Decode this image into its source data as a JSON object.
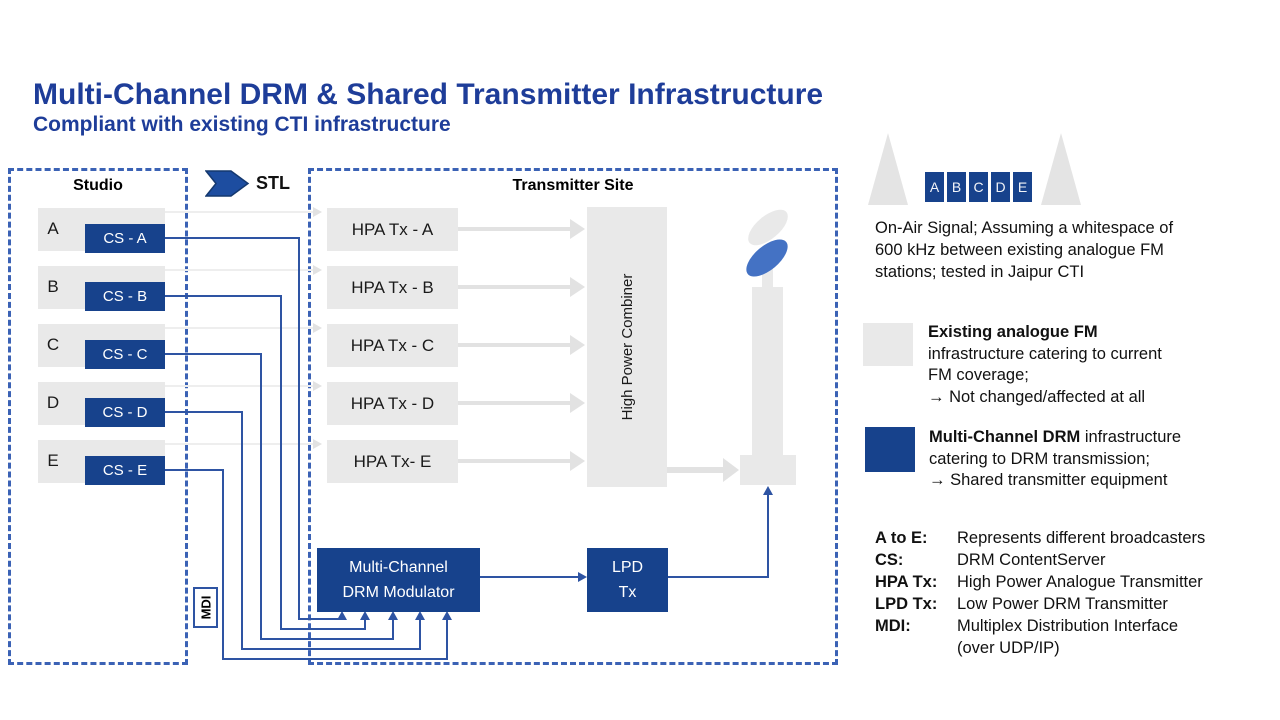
{
  "title": "Multi-Channel DRM & Shared Transmitter Infrastructure",
  "subtitle": "Compliant with existing CTI infrastructure",
  "stl_label": "STL",
  "studio": {
    "label": "Studio",
    "mdi_label": "MDI",
    "rows": [
      {
        "letter": "A",
        "cs_label": "CS - A"
      },
      {
        "letter": "B",
        "cs_label": "CS - B"
      },
      {
        "letter": "C",
        "cs_label": "CS - C"
      },
      {
        "letter": "D",
        "cs_label": "CS - D"
      },
      {
        "letter": "E",
        "cs_label": "CS - E"
      }
    ]
  },
  "transmitter": {
    "label": "Transmitter Site",
    "hpa_boxes": [
      "HPA Tx - A",
      "HPA Tx - B",
      "HPA Tx - C",
      "HPA Tx - D",
      "HPA Tx- E"
    ],
    "combiner_label": "High Power Combiner",
    "modulator_line1": "Multi-Channel",
    "modulator_line2": "DRM Modulator",
    "lpd_line1": "LPD",
    "lpd_line2": "Tx"
  },
  "on_air": {
    "channels": [
      "A",
      "B",
      "C",
      "D",
      "E"
    ],
    "line1": "On-Air Signal; Assuming a whitespace of",
    "line2": "600 kHz between existing analogue FM",
    "line3": "stations; tested in Jaipur CTI"
  },
  "legend": {
    "analogue": {
      "title": "Existing analogue FM",
      "line2": "infrastructure catering to current",
      "line3": "FM coverage;",
      "note": "→ Not changed/affected at all"
    },
    "drm": {
      "title": "Multi-Channel DRM",
      "title_suffix": " infrastructure",
      "line2": "catering to DRM transmission;",
      "note": "→ Shared transmitter equipment"
    }
  },
  "glossary": [
    {
      "term": "A to E:",
      "definition": "Represents different broadcasters"
    },
    {
      "term": "CS:",
      "definition": "DRM ContentServer"
    },
    {
      "term": "HPA Tx:",
      "definition": "High Power Analogue Transmitter"
    },
    {
      "term": "LPD Tx:",
      "definition": "Low Power DRM Transmitter"
    },
    {
      "term": "MDI:",
      "definition": "Multiplex Distribution Interface",
      "definition2": "(over UDP/IP)"
    }
  ],
  "colors": {
    "title_blue": "#1e3d99",
    "box_blue": "#17428c",
    "dash_blue": "#3b62b5",
    "line_blue": "#2e54a3",
    "accent_blue": "#4472c4",
    "gray_box": "#e9e9e9"
  }
}
